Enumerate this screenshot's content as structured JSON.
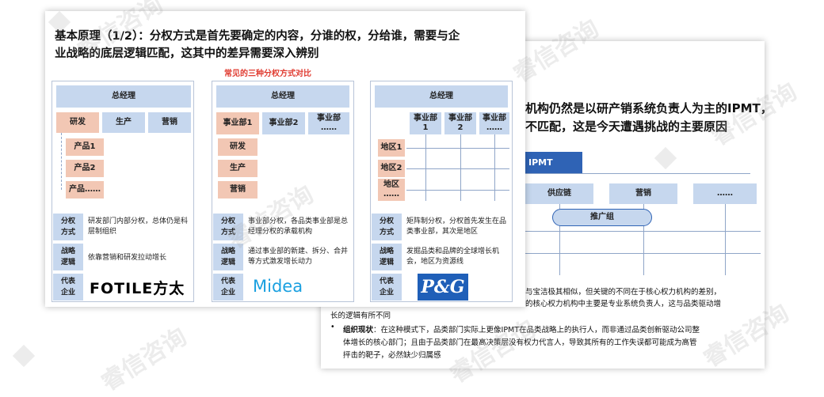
{
  "front": {
    "title_line1": "基本原理（1/2）：分权方式是首先要确定的内容，分谁的权，分给谁，需要与企",
    "title_line2": "业战略的底层逻辑匹配，这其中的差异需要深入辨别",
    "subtitle": "常见的三种分权方式对比",
    "row_labels": {
      "mode": "分权\n方式",
      "logic": "战略\n逻辑",
      "example": "代表\n企业"
    },
    "col1": {
      "top": "总经理",
      "rd": "研发",
      "prod": "生产",
      "sales": "营销",
      "p1": "产品1",
      "p2": "产品2",
      "p3": "产品……",
      "mode_text": "研发部门内部分权，总体仍是科层制组织",
      "logic_text": "依靠营销和研发拉动增长",
      "logo": "FOTILE方太"
    },
    "col2": {
      "top": "总经理",
      "bu1": "事业部1",
      "bu2": "事业部2",
      "bu3": "事业部\n……",
      "rd": "研发",
      "prod": "生产",
      "sales": "营销",
      "mode_text": "事业部分权，各品类事业部是总经理分权的承载机构",
      "logic_text": "通过事业部的新建、拆分、合并等方式激发增长动力",
      "logo": "Midea"
    },
    "col3": {
      "top": "总经理",
      "bu1": "事业部\n1",
      "bu2": "事业部\n2",
      "bu3": "事业部\n……",
      "r1": "地区1",
      "r2": "地区2",
      "r3": "地区\n……",
      "mode_text": "矩阵制分权，分权首先发生在品类事业部，其次是地区",
      "logic_text": "发掘品类和品牌的全球增长机会，地区为资源线",
      "logo": "P&G"
    }
  },
  "back": {
    "title_line1": "机构仍然是以研产销系统负责人为主的IPMT，",
    "title_line2": "不匹配，这是今天遭遇挑战的主要原因",
    "ipmt": "IPMT",
    "supply": "供应链",
    "marketing": "营销",
    "more": "……",
    "promo": "推广组",
    "para1_line1": "与宝洁极其相似，但关键的不同在于核心权力机构的差别，",
    "para1_line2": "的核心权力机构中主要是专业系统负责人，这与品类驱动增",
    "para1_line3": "长的逻辑有所不同",
    "bullet_label": "组织现状",
    "bullet_text1": "：在这种模式下，品类部门实际上更像IPMT在品类战略上的执行人，而非通过品类创新驱动公司整",
    "bullet_text2": "体增长的核心部门；且由于品类部门在最高决策层没有权力代言人，导致其所有的工作失误都可能成为高管",
    "bullet_text3": "抨击的靶子，必然缺少归属感"
  },
  "watermark": "睿信咨询"
}
